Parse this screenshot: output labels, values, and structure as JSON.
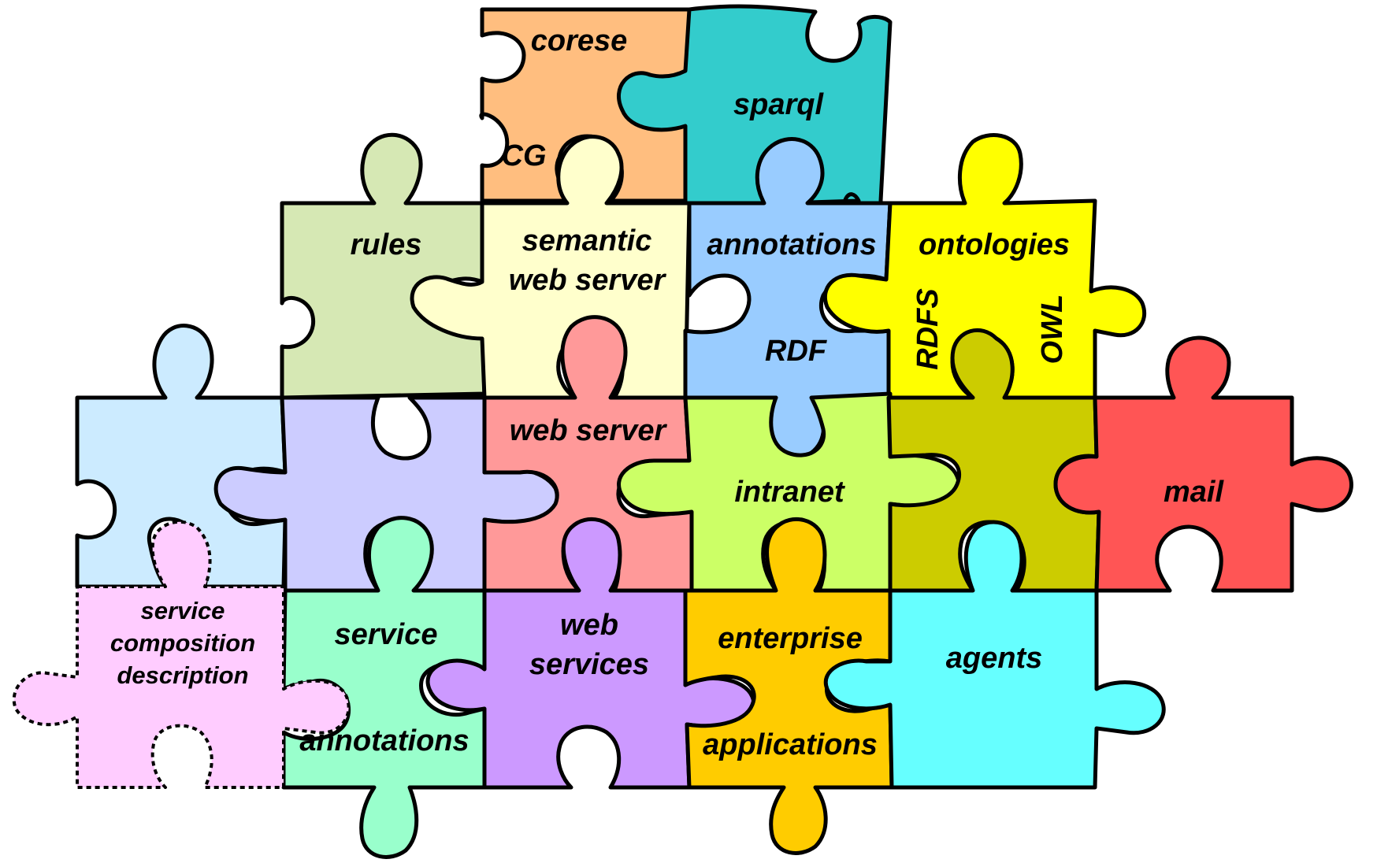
{
  "pieces": [
    {
      "id": "corese",
      "color": "#FFBE7F",
      "labels": [
        "corese",
        "CG"
      ]
    },
    {
      "id": "sparql",
      "color": "#33CCCC",
      "labels": [
        "sparql"
      ]
    },
    {
      "id": "rules",
      "color": "#D6E8B4",
      "labels": [
        "rules"
      ]
    },
    {
      "id": "semantic",
      "color": "#FFFFCC",
      "labels": [
        "semantic",
        "web server"
      ]
    },
    {
      "id": "annotations",
      "color": "#99CCFF",
      "labels": [
        "annotations",
        "RDF"
      ]
    },
    {
      "id": "ontologies",
      "color": "#FFFF00",
      "labels": [
        "ontologies",
        "RDFS",
        "OWL"
      ]
    },
    {
      "id": "lightblue",
      "color": "#CCEBFF",
      "labels": []
    },
    {
      "id": "lavender",
      "color": "#CCCCFF",
      "labels": []
    },
    {
      "id": "webserver",
      "color": "#FF9999",
      "labels": [
        "web server"
      ]
    },
    {
      "id": "intranet",
      "color": "#CCFF66",
      "labels": [
        "intranet"
      ]
    },
    {
      "id": "olive",
      "color": "#CCCC00",
      "labels": []
    },
    {
      "id": "mail",
      "color": "#FF5555",
      "labels": [
        "mail"
      ]
    },
    {
      "id": "servicecomp",
      "color": "#FFCCFF",
      "labels": [
        "service",
        "composition",
        "description"
      ]
    },
    {
      "id": "serviceann",
      "color": "#99FFCC",
      "labels": [
        "service",
        "annotations"
      ]
    },
    {
      "id": "webservices",
      "color": "#CC99FF",
      "labels": [
        "web",
        "services"
      ]
    },
    {
      "id": "enterprise",
      "color": "#FFCC00",
      "labels": [
        "enterprise",
        "applications"
      ]
    },
    {
      "id": "agents",
      "color": "#66FFFF",
      "labels": [
        "agents"
      ]
    }
  ]
}
